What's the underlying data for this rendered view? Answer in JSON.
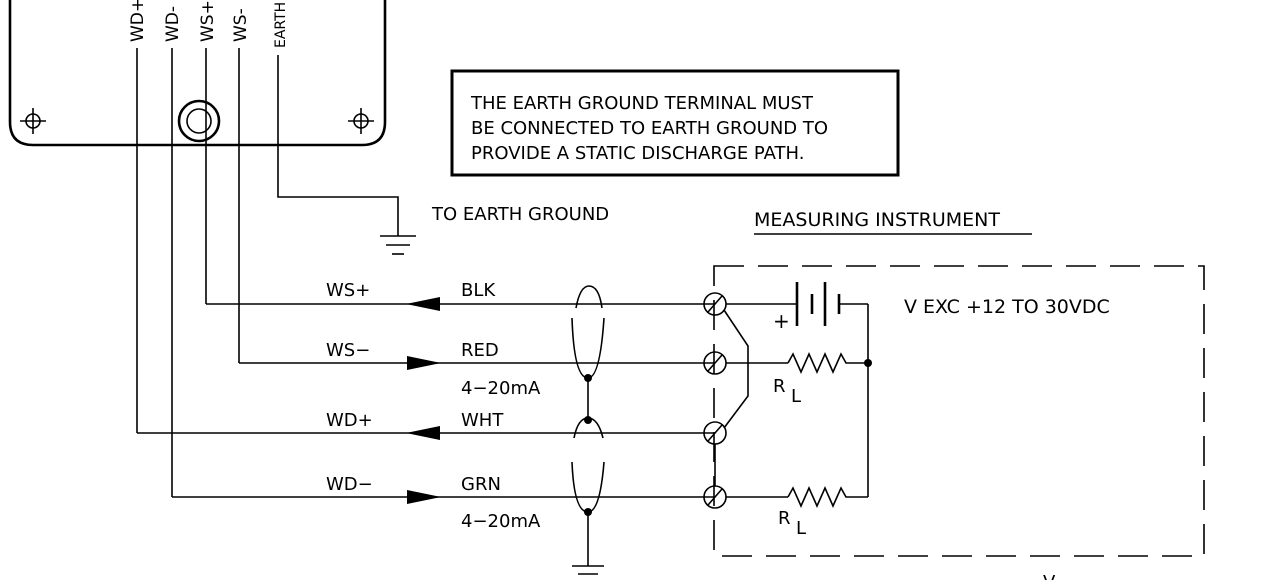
{
  "device": {
    "pins": [
      "WD+",
      "WD-",
      "WS+",
      "WS-",
      "EARTH"
    ]
  },
  "note": {
    "lines": [
      "THE EARTH GROUND TERMINAL MUST",
      "BE CONNECTED TO EARTH GROUND TO",
      "PROVIDE A STATIC DISCHARGE PATH."
    ]
  },
  "earth_label": "TO EARTH GROUND",
  "instrument": {
    "title": "MEASURING INSTRUMENT",
    "supply": "V EXC +12 TO 30VDC",
    "plus": "+",
    "resistor_label": "R",
    "resistor_sub": "L"
  },
  "wires": [
    {
      "signal": "WS+",
      "color": "BLK"
    },
    {
      "signal": "WS−",
      "color": "RED"
    },
    {
      "signal": "WD+",
      "color": "WHT"
    },
    {
      "signal": "WD−",
      "color": "GRN"
    }
  ],
  "current_label": "4−20mA",
  "bottom_partial": "V"
}
